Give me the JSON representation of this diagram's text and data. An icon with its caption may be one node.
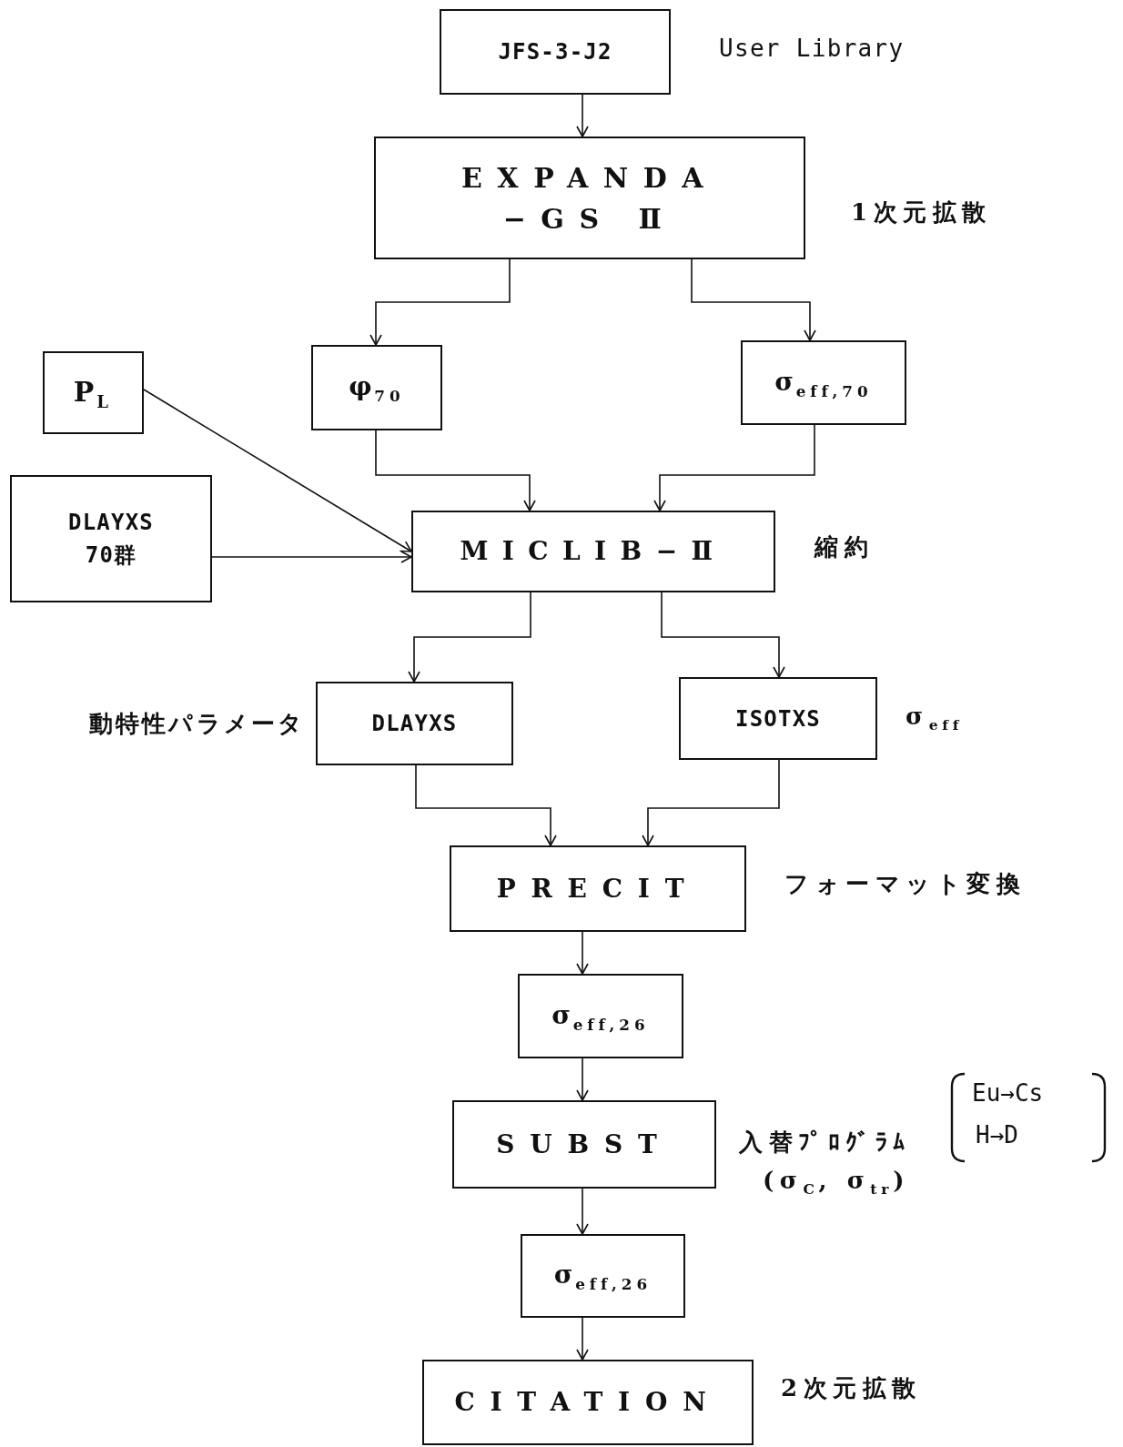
{
  "diagram": {
    "nodes": [
      {
        "text": [
          "JFS-3-J2"
        ],
        "beside": [
          "User Library"
        ]
      },
      {
        "text": [
          "EXPANDA −GS Ⅱ"
        ],
        "beside": [
          "1次元拡散"
        ]
      },
      {
        "text": [
          "φ$_{70}$"
        ]
      },
      {
        "text": [
          "σ$_{eff,70}$"
        ]
      },
      {
        "text": [
          "P$_{L}$"
        ]
      },
      {
        "text": [
          "DLAYXS 70群"
        ]
      },
      {
        "text": [
          "MICLIB−Ⅱ"
        ],
        "beside": [
          "縮約"
        ]
      },
      {
        "text": [
          "DLAYXS"
        ],
        "beside": [
          "動特性パラメータ"
        ]
      },
      {
        "text": [
          "ISOTXS"
        ],
        "beside": [
          "σ$_{eff}$"
        ]
      },
      {
        "text": [
          "PRECIT"
        ],
        "beside": [
          "フォーマット変換"
        ]
      },
      {
        "text": [
          "σ$_{eff,26}$"
        ]
      },
      {
        "text": [
          "SUBST"
        ],
        "beside": [
          "入替ﾌﾟﾛｸﾞﾗﾑ",
          "(σ$_{C}$, σ$_{tr}$)"
        ]
      },
      {
        "text": [
          "σ$_{eff,26}$"
        ]
      },
      {
        "text": [
          "CITATION"
        ],
        "beside": [
          "2次元拡散"
        ]
      }
    ],
    "edges": [
      {
        "from": 0,
        "to": 1,
        "arrow": "to"
      },
      {
        "from": 1,
        "to": 2,
        "arrow": "to"
      },
      {
        "from": 1,
        "to": 3,
        "arrow": "to"
      },
      {
        "from": 2,
        "to": 6,
        "arrow": "to"
      },
      {
        "from": 3,
        "to": 6,
        "arrow": "to"
      },
      {
        "from": 4,
        "to": 6,
        "arrow": "to"
      },
      {
        "from": 5,
        "to": 6,
        "arrow": "to"
      },
      {
        "from": 6,
        "to": 7,
        "arrow": "to"
      },
      {
        "from": 6,
        "to": 8,
        "arrow": "to"
      },
      {
        "from": 7,
        "to": 9,
        "arrow": "to"
      },
      {
        "from": 8,
        "to": 9,
        "arrow": "to"
      },
      {
        "from": 9,
        "to": 10,
        "arrow": "to"
      },
      {
        "from": 10,
        "to": 11,
        "arrow": "to"
      },
      {
        "from": 11,
        "to": 12,
        "arrow": "to"
      },
      {
        "from": 12,
        "to": 13,
        "arrow": "to"
      }
    ],
    "labels": [
      "Eu→Cs",
      "H→D"
    ]
  }
}
